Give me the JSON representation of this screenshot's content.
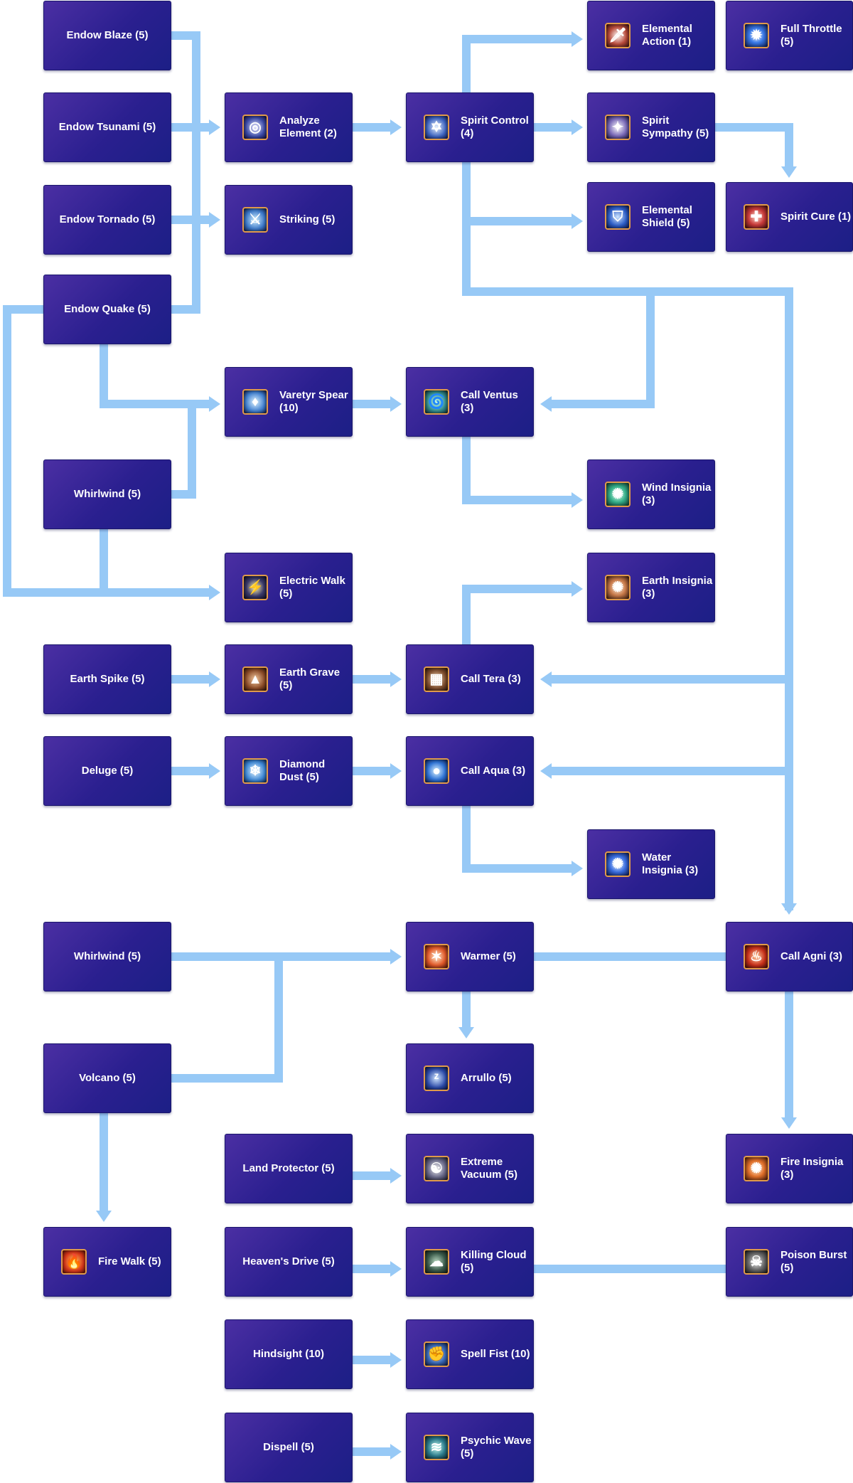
{
  "nodes": {
    "endow_blaze": {
      "label": "Endow Blaze (5)"
    },
    "endow_tsunami": {
      "label": "Endow Tsunami (5)"
    },
    "endow_tornado": {
      "label": "Endow Tornado (5)"
    },
    "endow_quake": {
      "label": "Endow Quake (5)"
    },
    "whirlwind_1": {
      "label": "Whirlwind (5)"
    },
    "earth_spike": {
      "label": "Earth Spike (5)"
    },
    "deluge": {
      "label": "Deluge (5)"
    },
    "whirlwind_2": {
      "label": "Whirlwind (5)"
    },
    "volcano": {
      "label": "Volcano (5)"
    },
    "fire_walk": {
      "label": "Fire Walk (5)",
      "icon": "flame-icon"
    },
    "analyze_element": {
      "label": "Analyze Element (2)",
      "icon": "analyze-icon"
    },
    "striking": {
      "label": "Striking (5)",
      "icon": "sword-icon"
    },
    "varetyr_spear": {
      "label": "Varetyr Spear (10)",
      "icon": "spear-icon"
    },
    "electric_walk": {
      "label": "Electric Walk (5)",
      "icon": "lightning-icon"
    },
    "earth_grave": {
      "label": "Earth Grave (5)",
      "icon": "rock-spike-icon"
    },
    "diamond_dust": {
      "label": "Diamond Dust (5)",
      "icon": "snowflake-icon"
    },
    "land_protector": {
      "label": "Land Protector (5)"
    },
    "heavens_drive": {
      "label": "Heaven's Drive (5)"
    },
    "hindsight": {
      "label": "Hindsight (10)"
    },
    "dispell": {
      "label": "Dispell (5)"
    },
    "spirit_control": {
      "label": "Spirit Control (4)",
      "icon": "hexagram-icon"
    },
    "call_ventus": {
      "label": "Call Ventus (3)",
      "icon": "wind-swirl-icon"
    },
    "call_tera": {
      "label": "Call Tera (3)",
      "icon": "earth-golem-icon"
    },
    "call_aqua": {
      "label": "Call Aqua (3)",
      "icon": "water-orb-icon"
    },
    "warmer": {
      "label": "Warmer (5)",
      "icon": "heat-glow-icon"
    },
    "arrullo": {
      "label": "Arrullo (5)",
      "icon": "sleep-icon"
    },
    "extreme_vacuum": {
      "label": "Extreme Vacuum (5)",
      "icon": "vortex-icon"
    },
    "killing_cloud": {
      "label": "Killing Cloud (5)",
      "icon": "poison-cloud-icon"
    },
    "spell_fist": {
      "label": "Spell Fist (10)",
      "icon": "fist-icon"
    },
    "psychic_wave": {
      "label": "Psychic Wave (5)",
      "icon": "wave-icon"
    },
    "elemental_action": {
      "label": "Elemental Action (1)",
      "icon": "dagger-icon"
    },
    "spirit_sympathy": {
      "label": "Spirit Sympathy (5)",
      "icon": "sparkle-icon"
    },
    "elemental_shield": {
      "label": "Elemental Shield (5)",
      "icon": "shield-icon"
    },
    "wind_insignia": {
      "label": "Wind Insignia (3)",
      "icon": "wind-emblem-icon"
    },
    "earth_insignia": {
      "label": "Earth Insignia (3)",
      "icon": "earth-emblem-icon"
    },
    "water_insignia": {
      "label": "Water Insignia (3)",
      "icon": "water-emblem-icon"
    },
    "full_throttle": {
      "label": "Full Throttle (5)",
      "icon": "burst-icon"
    },
    "spirit_cure": {
      "label": "Spirit Cure (1)",
      "icon": "cross-icon"
    },
    "call_agni": {
      "label": "Call Agni (3)",
      "icon": "fire-spirit-icon"
    },
    "fire_insignia": {
      "label": "Fire Insignia (3)",
      "icon": "fire-emblem-icon"
    },
    "poison_burst": {
      "label": "Poison Burst (5)",
      "icon": "skull-icon"
    }
  }
}
